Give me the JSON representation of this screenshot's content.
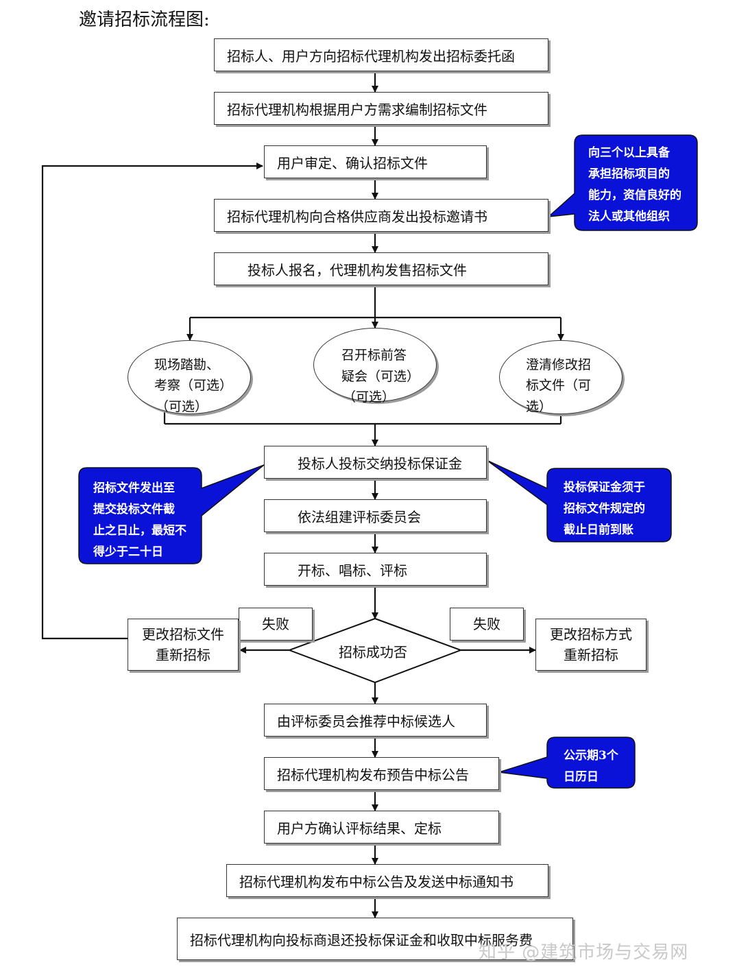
{
  "title": "邀请招标流程图:",
  "steps": {
    "s1": "招标人、用户方向招标代理机构发出招标委托函",
    "s2": "招标代理机构根据用户方需求编制招标文件",
    "s3": "用户审定、确认招标文件",
    "s4": "招标代理机构向合格供应商发出投标邀请书",
    "s5": "投标人报名，代理机构发售招标文件",
    "s6": "投标人投标交纳投标保证金",
    "s7": "依法组建评标委员会",
    "s8": "开标、唱标、评标",
    "s9": "由评标委员会推荐中标候选人",
    "s10": "招标代理机构发布预告中标公告",
    "s11": "用户方确认评标结果、定标",
    "s12": "招标代理机构发布中标公告及发送中标通知书",
    "s13": "招标代理机构向投标商退还投标保证金和收取中标服务费"
  },
  "optional_steps": {
    "site_visit": [
      "现场踏勘、",
      "考察（可选）",
      "（可选）"
    ],
    "prebid_meeting": [
      "召开标前答",
      "疑会（可选）",
      "（可选）"
    ],
    "clarify": [
      "澄清修改招",
      "标文件（可",
      "选）"
    ]
  },
  "decision": {
    "question": "招标成功否",
    "fail_left": "失败",
    "fail_right": "失败"
  },
  "fail_actions": {
    "left": [
      "更改招标文件",
      "重新招标"
    ],
    "right": [
      "更改招标方式",
      "重新招标"
    ]
  },
  "callouts": {
    "suppliers": [
      "向三个以上具备",
      "承担招标项目的",
      "能力，资信良好的",
      "法人或其他组织"
    ],
    "deadline": [
      "招标文件发出至",
      "提交投标文件截",
      "止之日止，最短不",
      "得少于二十日"
    ],
    "deposit": [
      "投标保证金须于",
      "招标文件规定的",
      "截止日前到账"
    ],
    "publicity": [
      "公示期3个",
      "日历日"
    ]
  },
  "colors": {
    "callout_fill": "#0a12d8",
    "line": "#111111",
    "box_border": "#333333",
    "box_shadow": "#9a9a9a"
  },
  "watermark": "知乎 @建筑市场与交易网"
}
